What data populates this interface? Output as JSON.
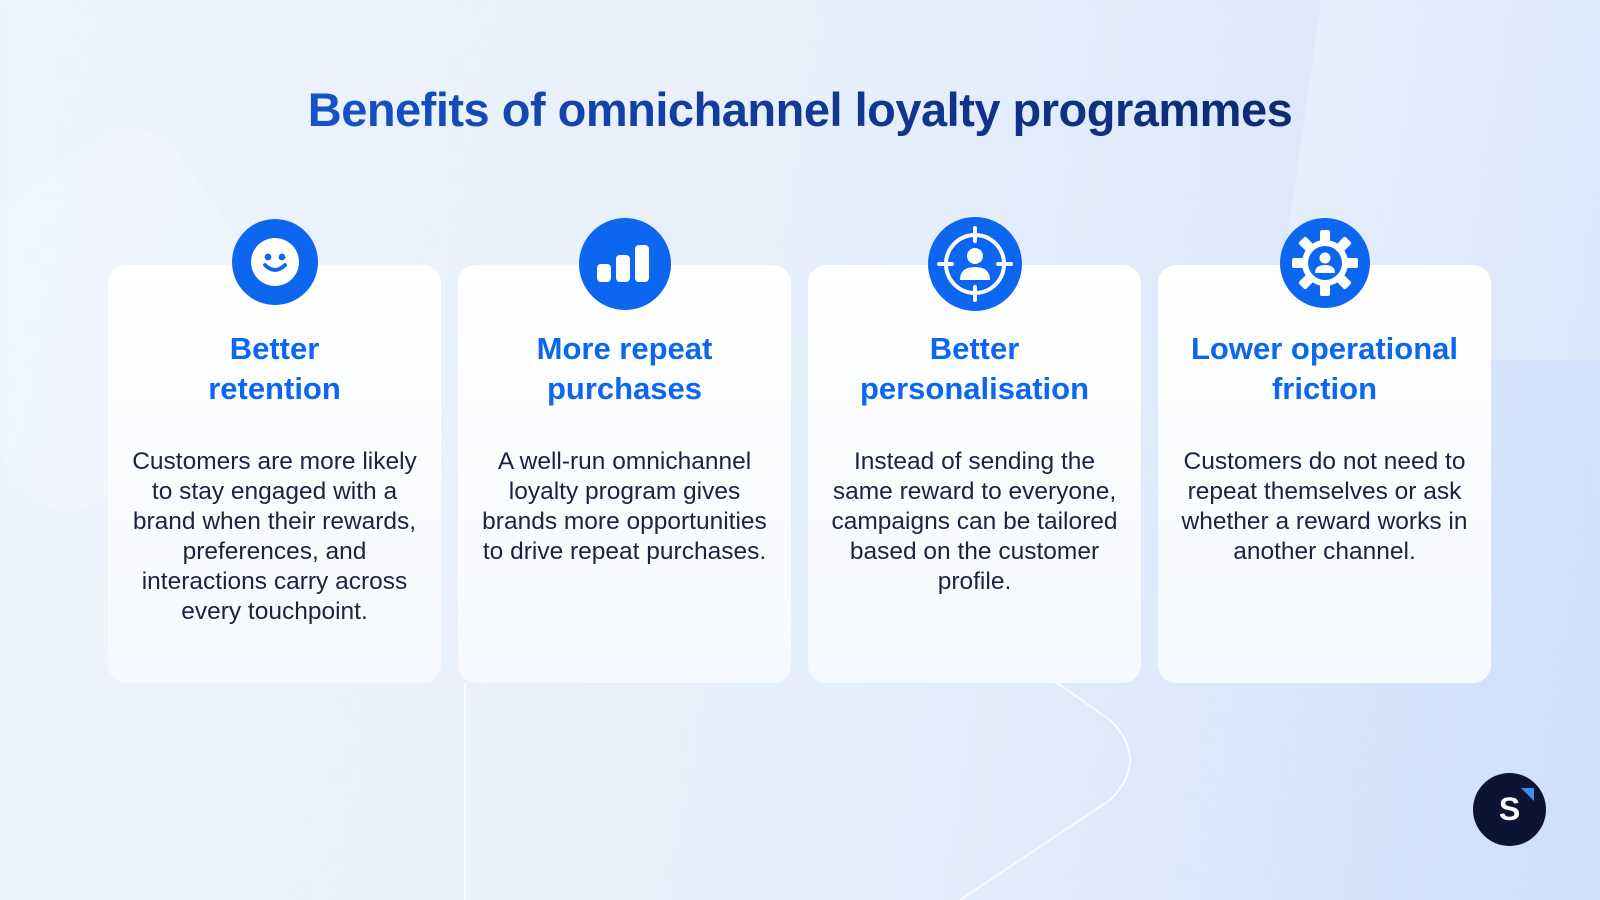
{
  "title": "Benefits of omnichannel loyalty programmes",
  "colors": {
    "accent": "#0d66f0",
    "text": "#1c2340",
    "logo_bg": "#0c1433"
  },
  "cards": [
    {
      "icon": "smiley-face-icon",
      "title_line1": "Better",
      "title_line2": "retention",
      "text": "Customers are more likely to stay engaged with a brand when their rewards, preferences, and interactions carry across every touchpoint."
    },
    {
      "icon": "bar-chart-icon",
      "title_line1": "More repeat",
      "title_line2": "purchases",
      "text": "A well-run omnichannel loyalty program gives brands more opportunities to drive repeat purchases."
    },
    {
      "icon": "target-user-icon",
      "title_line1": "Better",
      "title_line2": "personalisation",
      "text": "Instead of sending the same reward to everyone, campaigns can be tailored based on  the customer profile."
    },
    {
      "icon": "gear-user-icon",
      "title_line1": "Lower operational",
      "title_line2": "friction",
      "text": "Customers do not need to repeat themselves or ask whether a reward works in another channel."
    }
  ],
  "logo": {
    "letter": "S"
  }
}
